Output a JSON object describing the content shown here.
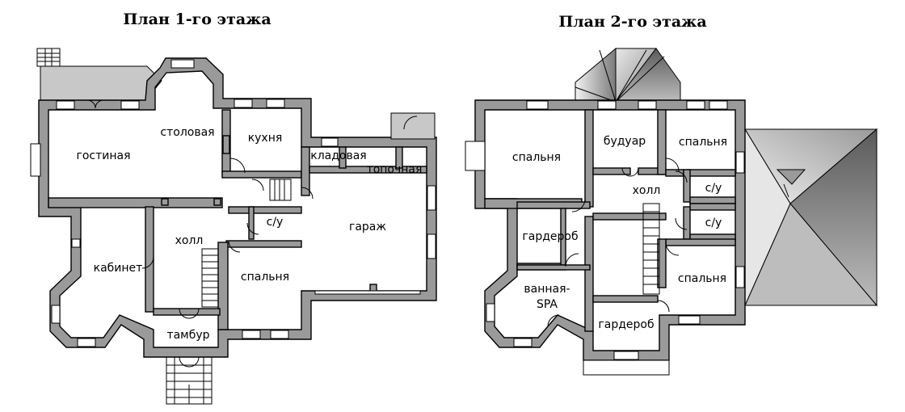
{
  "titles": {
    "floor1": "План 1-го этажа",
    "floor2": "План 2-го этажа"
  },
  "floor1": {
    "rooms": {
      "living": "гостиная",
      "dining": "столовая",
      "kitchen": "кухня",
      "pantry": "кладовая",
      "boiler": "топочная",
      "hall": "холл",
      "wc": "с/у",
      "garage": "гараж",
      "study": "кабинет",
      "bedroom": "спальня",
      "vestibule": "тамбур"
    }
  },
  "floor2": {
    "rooms": {
      "bedroom_left": "спальня",
      "boudoir": "будуар",
      "bedroom_right_top": "спальня",
      "wc_top": "с/у",
      "hall": "холл",
      "wc_bottom": "с/у",
      "wardrobe_left": "гардероб",
      "spa_line1": "ванная-",
      "spa_line2": "SPA",
      "bedroom_right_bottom": "спальня",
      "wardrobe_bottom": "гардероб"
    }
  },
  "colors": {
    "wall": "#9a9a9a",
    "terrace": "#c8c8c8",
    "roof_dark": "#6e6e6e",
    "roof_light": "#d8d8d8"
  }
}
